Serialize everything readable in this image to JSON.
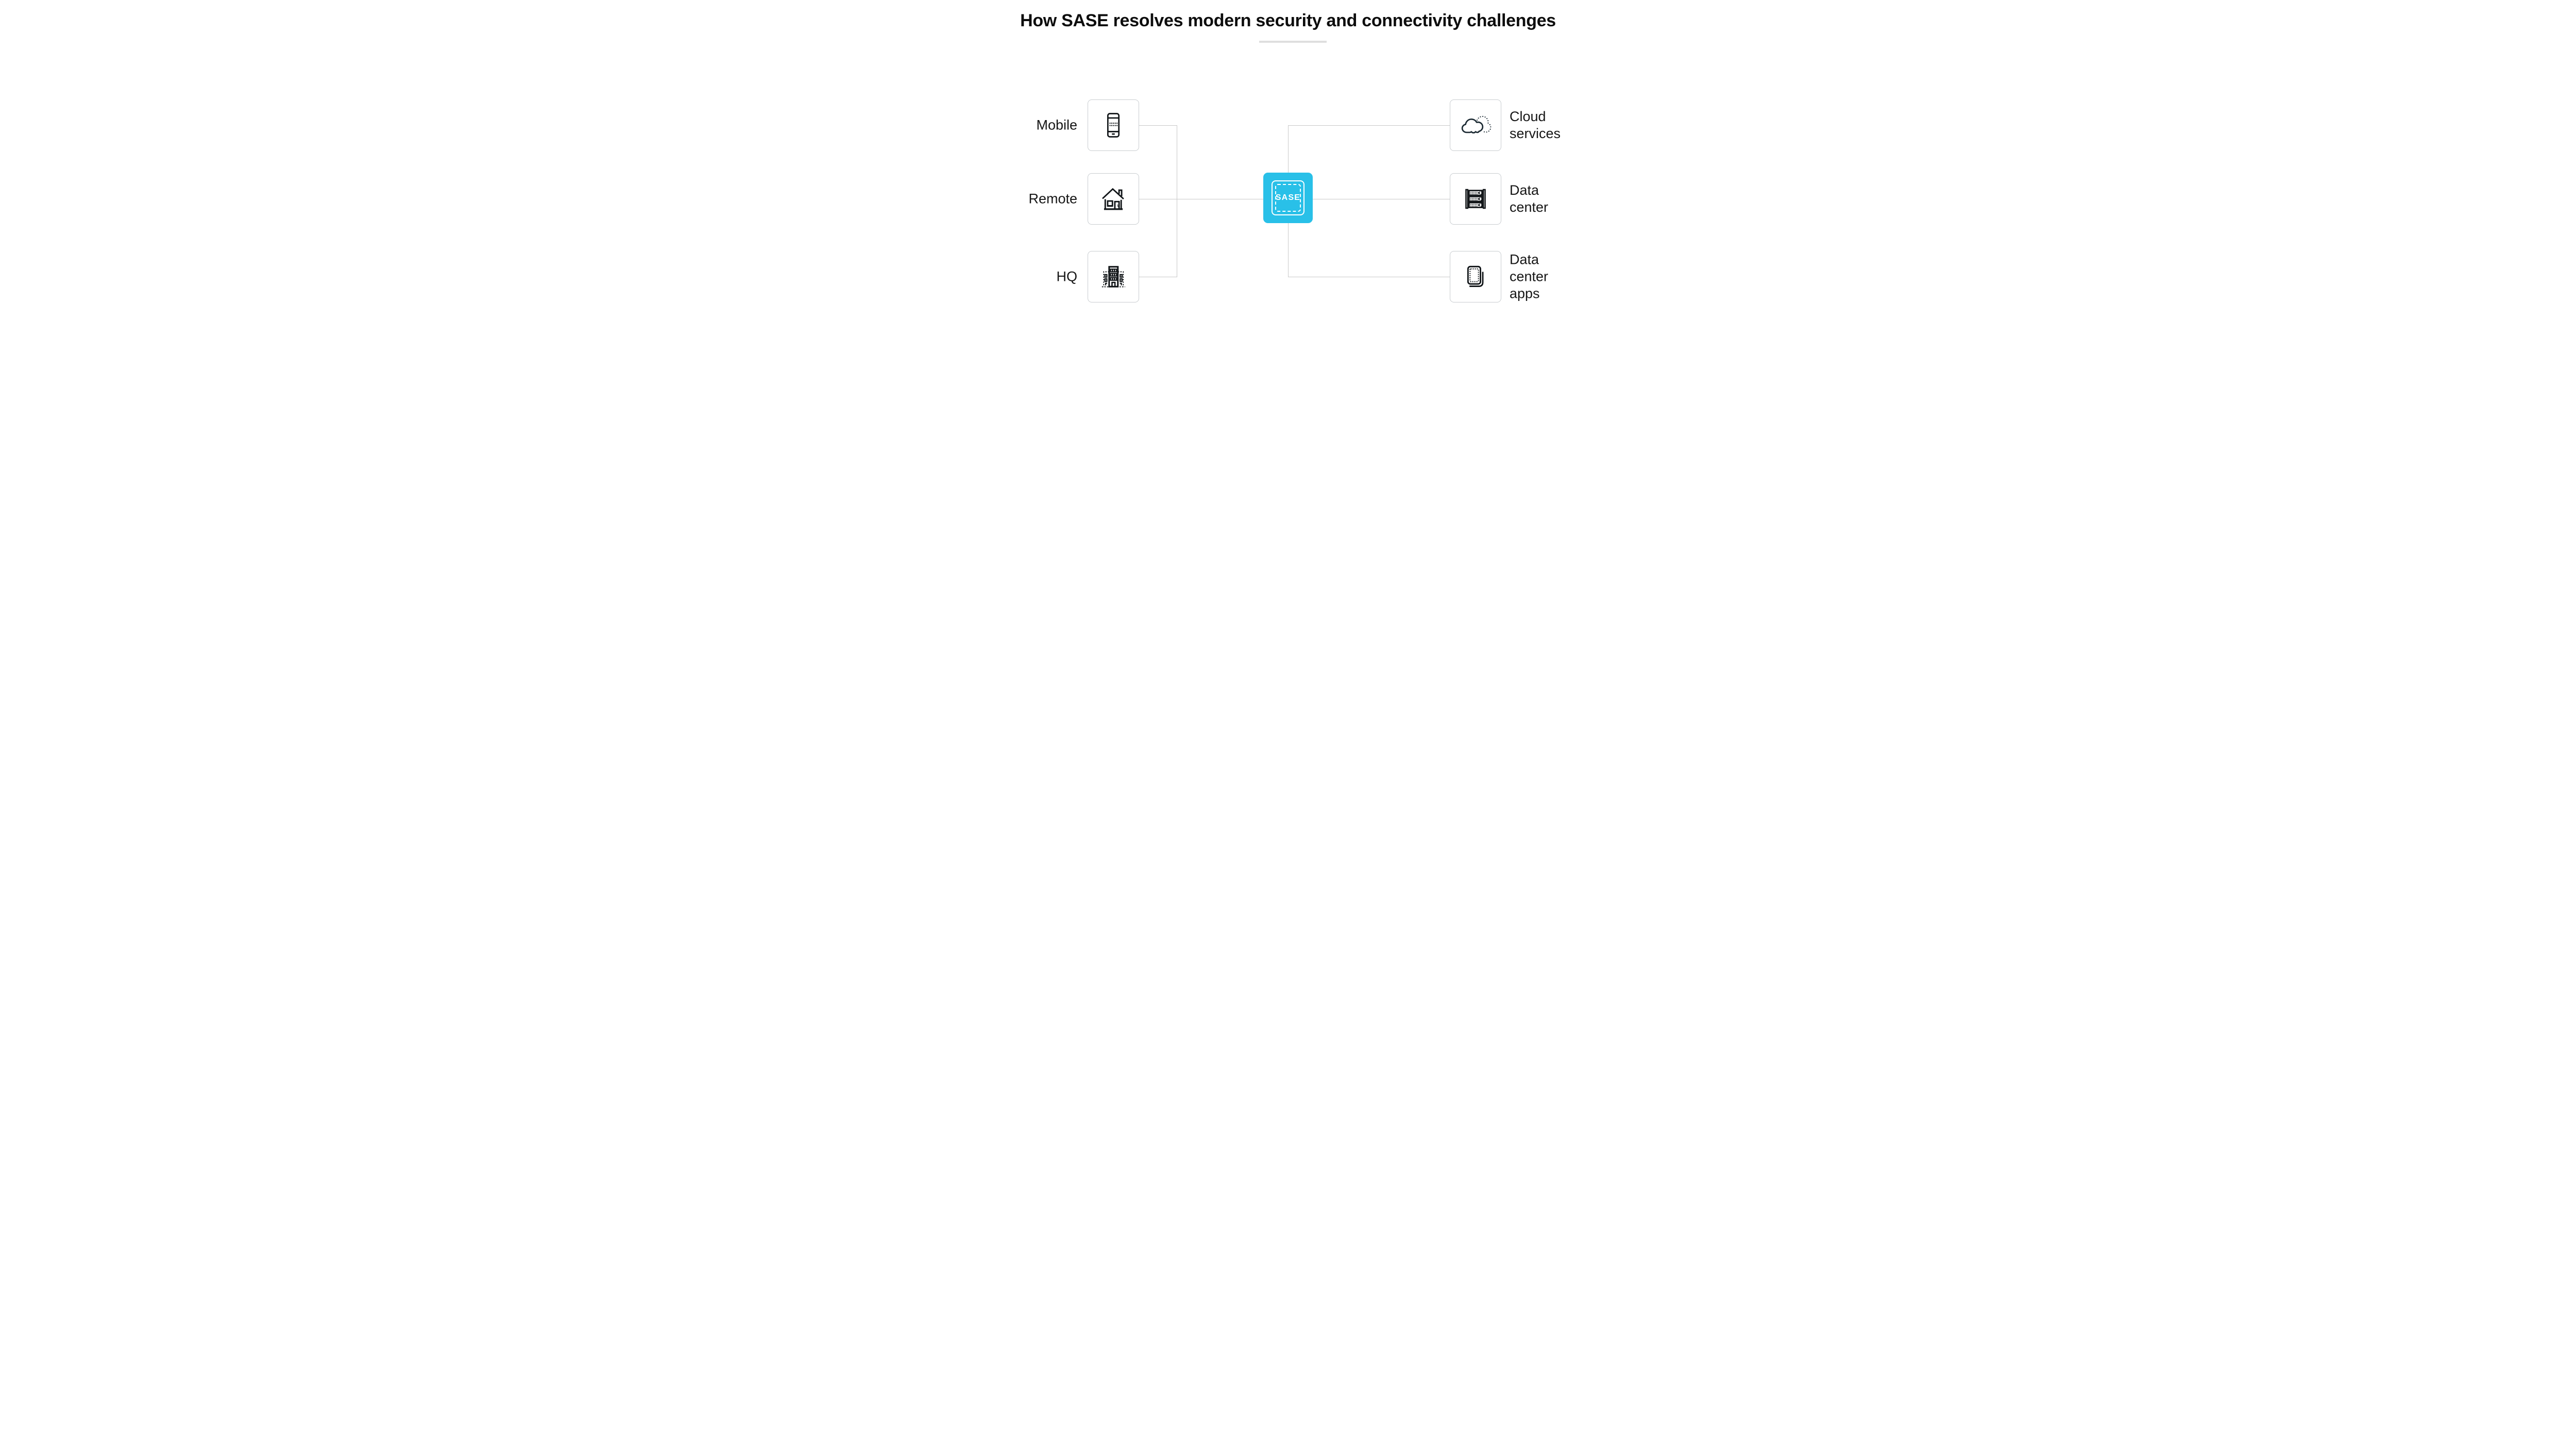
{
  "title": "How SASE resolves modern security and connectivity challenges",
  "center": {
    "label": "SASE",
    "icon": "sase-dashed-frame-icon"
  },
  "left_nodes": [
    {
      "label": "Mobile",
      "icon": "mobile-phone-icon"
    },
    {
      "label": "Remote",
      "icon": "house-icon"
    },
    {
      "label": "HQ",
      "icon": "office-building-icon"
    }
  ],
  "right_nodes": [
    {
      "label": "Cloud services",
      "icon": "cloud-icon"
    },
    {
      "label": "Data center",
      "icon": "server-rack-icon"
    },
    {
      "label": "Data center apps",
      "icon": "stacked-apps-icon"
    }
  ],
  "colors": {
    "accent": "#29c0e8",
    "line": "#c9c9c9",
    "box_border": "#c9cdd0",
    "icon_stroke": "#101417",
    "cloud_stroke": "#1c2a33",
    "title_underline": "#dedede",
    "text": "#161616"
  }
}
